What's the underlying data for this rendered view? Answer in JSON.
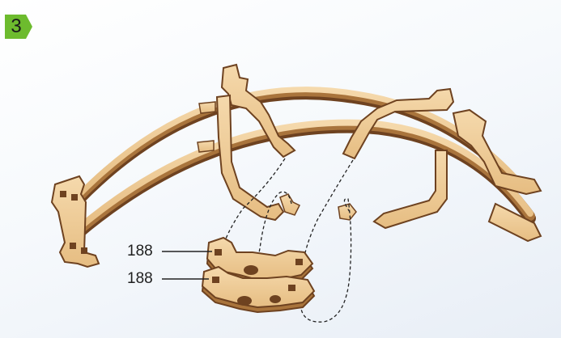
{
  "step": {
    "number": "3"
  },
  "callouts": [
    {
      "label": "188"
    },
    {
      "label": "188"
    }
  ],
  "colors": {
    "badge": "#6dbb2e",
    "wood_face": "#f0cf9c",
    "wood_edge": "#a9743c",
    "wood_dark": "#6e4220",
    "leader": "#222222"
  }
}
